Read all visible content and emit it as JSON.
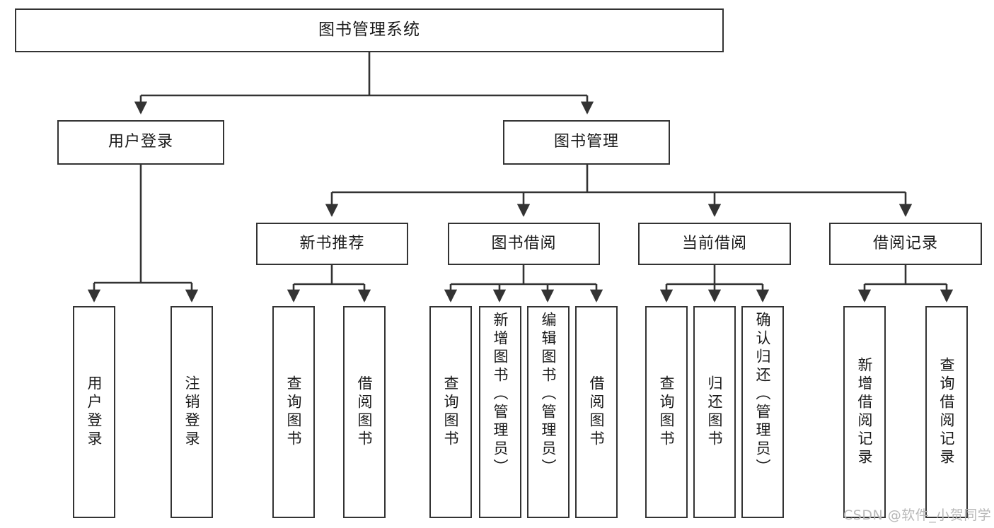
{
  "diagram": {
    "title": "图书管理系统",
    "type": "functional-hierarchy-tree",
    "colors": {
      "box_border": "#333333",
      "box_fill": "#ffffff",
      "edge": "#333333",
      "text": "#1a1a1a",
      "watermark": "#b8b8b8",
      "background": "#ffffff"
    },
    "root": {
      "label": "图书管理系统"
    },
    "level2": [
      {
        "label": "用户登录"
      },
      {
        "label": "图书管理"
      }
    ],
    "level3": [
      {
        "label": "新书推荐"
      },
      {
        "label": "图书借阅"
      },
      {
        "label": "当前借阅"
      },
      {
        "label": "借阅记录"
      }
    ],
    "leaves": {
      "user_login": [
        {
          "label": "用户登录"
        },
        {
          "label": "注销登录"
        }
      ],
      "new_book_recommend": [
        {
          "label": "查询图书"
        },
        {
          "label": "借阅图书"
        }
      ],
      "book_borrow": [
        {
          "label": "查询图书"
        },
        {
          "label": "新增图书（管理员）"
        },
        {
          "label": "编辑图书（管理员）"
        },
        {
          "label": "借阅图书"
        }
      ],
      "current_borrow": [
        {
          "label": "查询图书"
        },
        {
          "label": "归还图书"
        },
        {
          "label": "确认归还（管理员）"
        }
      ],
      "borrow_record": [
        {
          "label": "新增借阅记录"
        },
        {
          "label": "查询借阅记录"
        }
      ]
    }
  },
  "watermark": {
    "text": "CSDN @软件_小贺同学"
  }
}
